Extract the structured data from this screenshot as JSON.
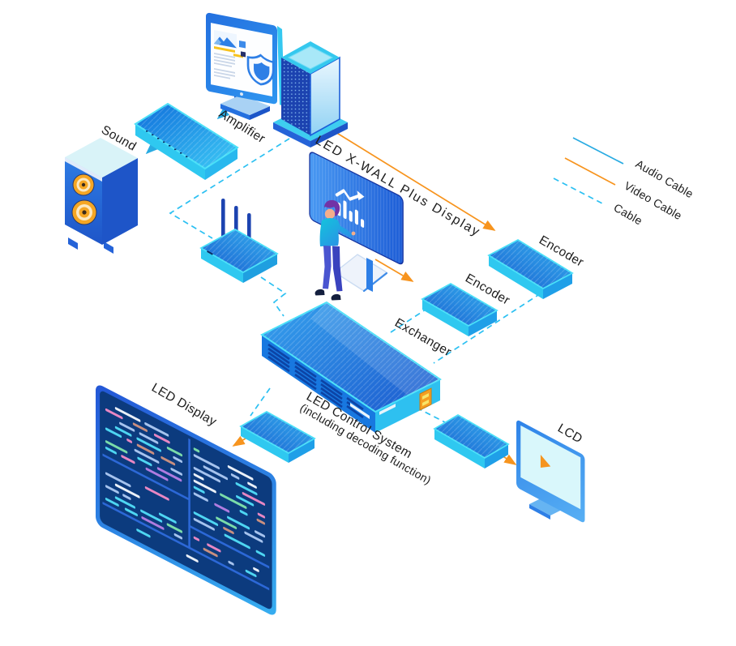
{
  "legend": {
    "items": [
      {
        "id": "audio",
        "label": "Audio Cable",
        "style": "solid",
        "color": "#29ABE2"
      },
      {
        "id": "video",
        "label": "Video Cable",
        "style": "solid",
        "color": "#F7941E"
      },
      {
        "id": "cable",
        "label": "Cable",
        "style": "dashed",
        "color": "#2BC0F2"
      }
    ]
  },
  "nodes": {
    "sound": {
      "label": "Sound"
    },
    "amplifier": {
      "label": "Amplifier"
    },
    "led_xwall": {
      "label": "LED X-WALL Plus Display"
    },
    "encoder_top": {
      "label": "Encoder"
    },
    "encoder_mid": {
      "label": "Encoder"
    },
    "exchanger": {
      "label": "Exchanger"
    },
    "led_control": {
      "label": "LED Control System",
      "sublabel": "(including decoding function)"
    },
    "led_display": {
      "label": "LED Display"
    },
    "lcd": {
      "label": "LCD"
    }
  },
  "connections": [
    {
      "from": "computer-monitor",
      "to": "amplifier",
      "type": "audio"
    },
    {
      "from": "amplifier",
      "to": "sound-speaker",
      "type": "audio"
    },
    {
      "from": "computer-tower",
      "to": "encoder-top",
      "type": "video"
    },
    {
      "from": "led-xwall-display",
      "to": "encoder-mid",
      "type": "video"
    },
    {
      "from": "computer-tower",
      "to": "wifi-router",
      "type": "cable"
    },
    {
      "from": "wifi-router",
      "to": "exchanger",
      "type": "cable"
    },
    {
      "from": "encoder-top",
      "to": "exchanger",
      "type": "cable"
    },
    {
      "from": "encoder-mid",
      "to": "exchanger",
      "type": "cable"
    },
    {
      "from": "exchanger",
      "to": "led-control-box-1",
      "type": "cable"
    },
    {
      "from": "exchanger",
      "to": "led-control-box-2",
      "type": "cable"
    },
    {
      "from": "led-control-box-1",
      "to": "led-display-panel",
      "type": "video"
    },
    {
      "from": "led-control-box-2",
      "to": "lcd-monitor",
      "type": "video"
    }
  ]
}
